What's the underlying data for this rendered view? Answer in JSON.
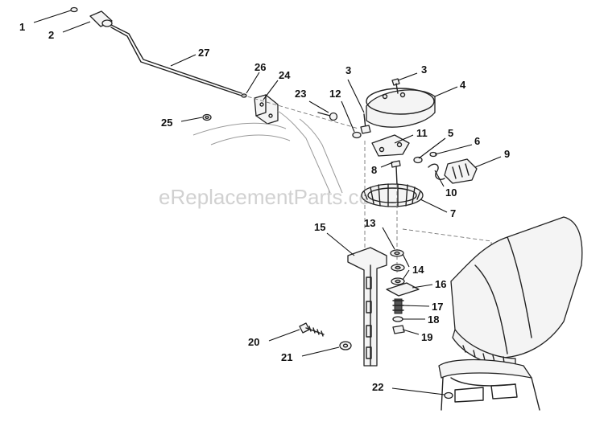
{
  "watermark": "eReplacementParts.com",
  "callouts": [
    {
      "id": "1",
      "label": "1"
    },
    {
      "id": "2",
      "label": "2"
    },
    {
      "id": "27",
      "label": "27"
    },
    {
      "id": "26",
      "label": "26"
    },
    {
      "id": "24",
      "label": "24"
    },
    {
      "id": "25",
      "label": "25"
    },
    {
      "id": "23",
      "label": "23"
    },
    {
      "id": "3a",
      "label": "3"
    },
    {
      "id": "3b",
      "label": "3"
    },
    {
      "id": "4",
      "label": "4"
    },
    {
      "id": "12",
      "label": "12"
    },
    {
      "id": "11",
      "label": "11"
    },
    {
      "id": "5",
      "label": "5"
    },
    {
      "id": "6",
      "label": "6"
    },
    {
      "id": "9",
      "label": "9"
    },
    {
      "id": "8",
      "label": "8"
    },
    {
      "id": "10",
      "label": "10"
    },
    {
      "id": "7",
      "label": "7"
    },
    {
      "id": "13",
      "label": "13"
    },
    {
      "id": "15",
      "label": "15"
    },
    {
      "id": "14",
      "label": "14"
    },
    {
      "id": "16",
      "label": "16"
    },
    {
      "id": "17",
      "label": "17"
    },
    {
      "id": "18",
      "label": "18"
    },
    {
      "id": "19",
      "label": "19"
    },
    {
      "id": "20",
      "label": "20"
    },
    {
      "id": "21",
      "label": "21"
    },
    {
      "id": "22",
      "label": "22"
    }
  ]
}
